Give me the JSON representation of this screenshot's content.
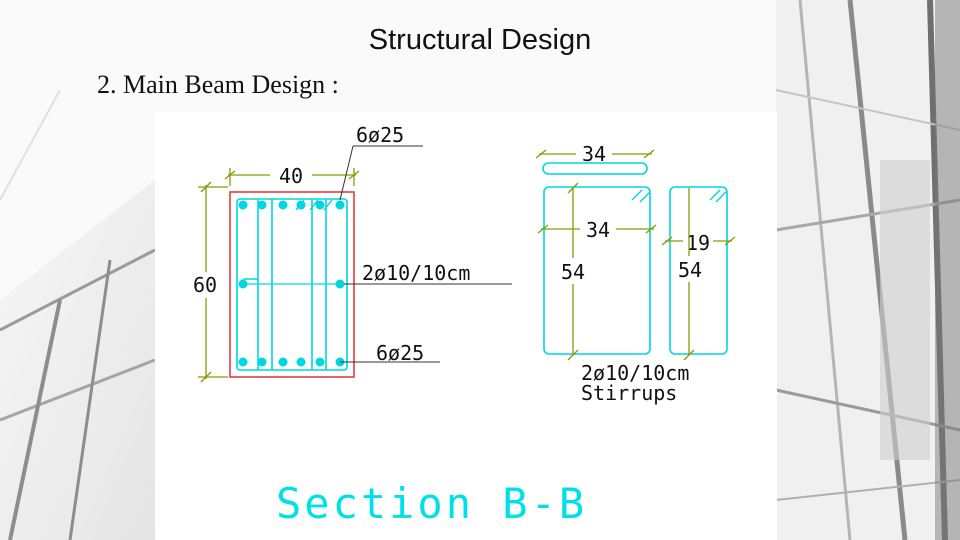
{
  "slide": {
    "title": "Structural Design",
    "subtitle": "2. Main Beam Design :"
  },
  "drawing": {
    "beam_section": {
      "top_bars": "6ø25",
      "width": "40",
      "height": "60",
      "stirrups": "2ø10/10cm",
      "bottom_bars": "6ø25"
    },
    "stirrup_detail": {
      "top_length": "34",
      "inner_width": "34",
      "height_left": "54",
      "hook_width": "19",
      "height_right": "54",
      "spacing": "2ø10/10cm",
      "caption": "Stirrups"
    },
    "section_title": "Section B-B"
  },
  "colors": {
    "dimension": "#8a9a00",
    "outline": "#e03030",
    "rebar": "#00d6e0",
    "section_title": "#00e0e8"
  }
}
